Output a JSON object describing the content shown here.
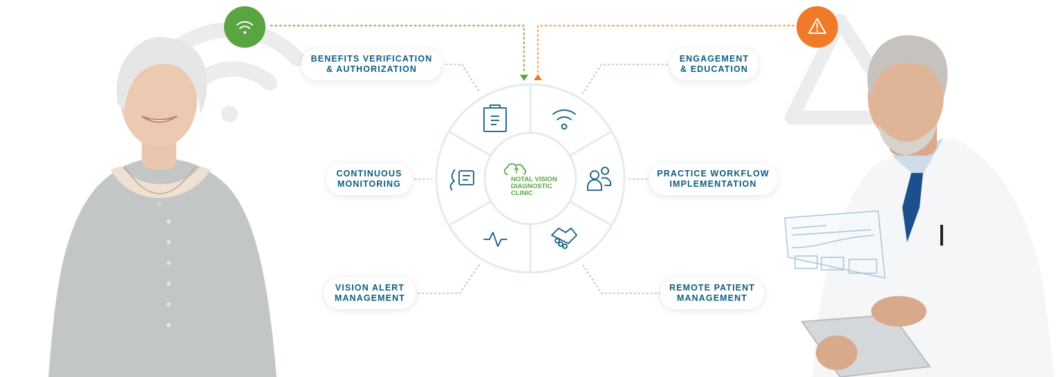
{
  "services": {
    "benefits": {
      "line1": "BENEFITS VERIFICATION",
      "line2": "& AUTHORIZATION"
    },
    "engagement": {
      "line1": "ENGAGEMENT",
      "line2": "& EDUCATION"
    },
    "monitoring": {
      "line1": "CONTINUOUS",
      "line2": "MONITORING"
    },
    "workflow": {
      "line1": "PRACTICE WORKFLOW",
      "line2": "IMPLEMENTATION"
    },
    "alert": {
      "line1": "VISION ALERT",
      "line2": "MANAGEMENT"
    },
    "remote": {
      "line1": "REMOTE PATIENT",
      "line2": "MANAGEMENT"
    }
  },
  "center_logo": {
    "line1": "NOTAL VISION",
    "line2": "DIAGNOSTIC",
    "line3": "CLINIC"
  },
  "colors": {
    "teal": "#0d5c7f",
    "green": "#5aa441",
    "orange": "#f07a28",
    "ring": "#e3ebec",
    "dots": "#b7cccd"
  },
  "icons": {
    "patient_signal": "wifi-icon",
    "doctor_alert": "warning-triangle-icon",
    "segments": [
      "clipboard-icon",
      "wifi-icon",
      "people-icon",
      "handshake-icon",
      "heartbeat-icon",
      "chat-bubble-icon"
    ]
  }
}
